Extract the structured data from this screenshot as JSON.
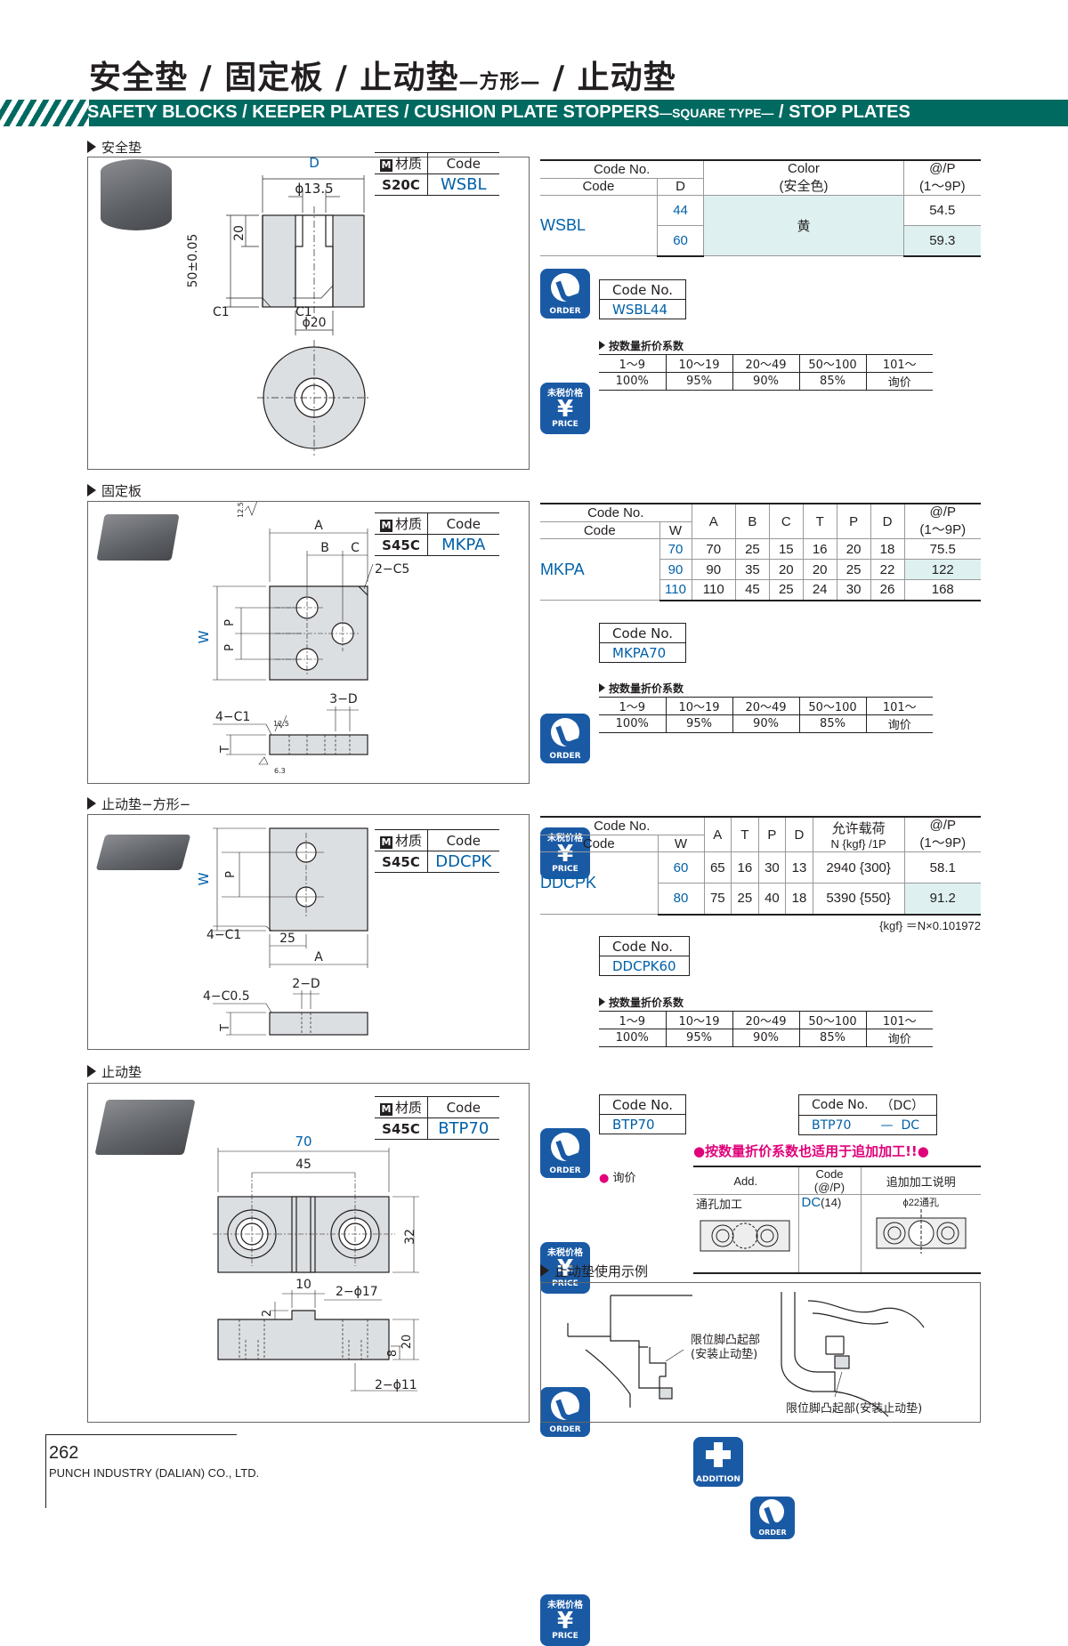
{
  "header": {
    "title_cn_1": "安全垫 / 固定板 / 止动垫",
    "title_cn_2": "—方形—",
    "title_cn_3": " / 止动垫",
    "title_en_1": "SAFETY BLOCKS / KEEPER PLATES / CUSHION PLATE STOPPERS",
    "title_en_2": "—SQUARE TYPE—",
    "title_en_3": " / STOP PLATES"
  },
  "common": {
    "material_label": "材质",
    "code_label": "Code",
    "code_no_label": "Code No.",
    "order_label": "ORDER",
    "price_top": "未税价格",
    "price_label": "PRICE",
    "yen": "¥",
    "addition_label": "ADDITION",
    "m_badge": "M",
    "qty_title": "按数量折价系数",
    "qty_ranges": [
      "1～9",
      "10～19",
      "20～49",
      "50～100",
      "101～"
    ],
    "qty_factors": [
      "100%",
      "95%",
      "90%",
      "85%",
      "询价"
    ]
  },
  "wsbl": {
    "section": "安全垫",
    "material": "S20C",
    "code": "WSBL",
    "dims": {
      "D": "D",
      "d1": "ϕ13.5",
      "h1": "20",
      "h": "50±0.05",
      "c1a": "C1",
      "c1b": "C1",
      "d2": "ϕ20"
    },
    "table": {
      "h_codeno": "Code No.",
      "h_code": "Code",
      "h_d": "D",
      "h_color": "Color",
      "h_color2": "(安全色)",
      "h_price": "@/P",
      "h_price2": "(1～9P)",
      "code": "WSBL",
      "color": "黄",
      "rows": [
        {
          "d": "44",
          "price": "54.5"
        },
        {
          "d": "60",
          "price": "59.3"
        }
      ]
    },
    "order_example": "WSBL44"
  },
  "mkpa": {
    "section": "固定板",
    "material": "S45C",
    "code": "MKPA",
    "dims": {
      "A": "A",
      "B": "B",
      "C": "C",
      "c5": "2−C5",
      "W": "W",
      "P1": "P",
      "P2": "P",
      "d3": "3−D",
      "c1": "4−C1",
      "T": "T",
      "r1": "12.5",
      "r2": "12.5",
      "r3": "6.3"
    },
    "table": {
      "h_codeno": "Code No.",
      "h_code": "Code",
      "h_w": "W",
      "cols": [
        "A",
        "B",
        "C",
        "T",
        "P",
        "D"
      ],
      "h_price": "@/P",
      "h_price2": "(1～9P)",
      "code": "MKPA",
      "rows": [
        {
          "w": "70",
          "vals": [
            "70",
            "25",
            "15",
            "16",
            "20",
            "18"
          ],
          "price": "75.5"
        },
        {
          "w": "90",
          "vals": [
            "90",
            "35",
            "20",
            "20",
            "25",
            "22"
          ],
          "price": "122"
        },
        {
          "w": "110",
          "vals": [
            "110",
            "45",
            "25",
            "24",
            "30",
            "26"
          ],
          "price": "168"
        }
      ]
    },
    "order_example": "MKPA70"
  },
  "ddcpk": {
    "section": "止动垫−方形−",
    "material": "S45C",
    "code": "DDCPK",
    "dims": {
      "W": "W",
      "P": "P",
      "c1": "4−C1",
      "d25": "25",
      "A": "A",
      "c05": "4−C0.5",
      "d2": "2−D",
      "T": "T"
    },
    "table": {
      "h_codeno": "Code No.",
      "h_code": "Code",
      "h_w": "W",
      "cols": [
        "A",
        "T",
        "P",
        "D"
      ],
      "h_load": "允许载荷",
      "h_load2": "N {kgf} /1P",
      "h_price": "@/P",
      "h_price2": "(1～9P)",
      "code": "DDCPK",
      "rows": [
        {
          "w": "60",
          "vals": [
            "65",
            "16",
            "30",
            "13"
          ],
          "load": "2940 {300}",
          "price": "58.1"
        },
        {
          "w": "80",
          "vals": [
            "75",
            "25",
            "40",
            "18"
          ],
          "load": "5390 {550}",
          "price": "91.2"
        }
      ]
    },
    "note": "{kgf} ＝N×0.101972",
    "order_example": "DDCPK60"
  },
  "btp": {
    "section": "止动垫",
    "material": "S45C",
    "code": "BTP70",
    "dims": {
      "d70": "70",
      "d45": "45",
      "d32": "32",
      "d10": "10",
      "d17": "2−ϕ17",
      "d2": "2",
      "d20": "20",
      "d8": "8",
      "d11": "2−ϕ11"
    },
    "order_example": "BTP70",
    "add_codeno": "Code No.",
    "add_dc_h": "（DC）",
    "add_code": "BTP70",
    "add_dash": "—",
    "add_dc": "DC",
    "add_note": "●按数量折价系数也适用于追加加工!!●",
    "price_inquiry": "询价",
    "add_table": {
      "h_add": "Add.",
      "h_code": "Code (@/P)",
      "h_desc": "追加加工说明",
      "name": "通孔加工",
      "code": "DC",
      "code_p": "(14)",
      "desc": "ϕ22通孔"
    },
    "usage_title": "止动垫使用示例",
    "usage_label1a": "限位脚凸起部",
    "usage_label1b": "(安装止动垫)",
    "usage_label2": "限位脚凸起部(安装止动垫)"
  },
  "footer": {
    "page": "262",
    "company": "PUNCH INDUSTRY (DALIAN) CO., LTD."
  }
}
